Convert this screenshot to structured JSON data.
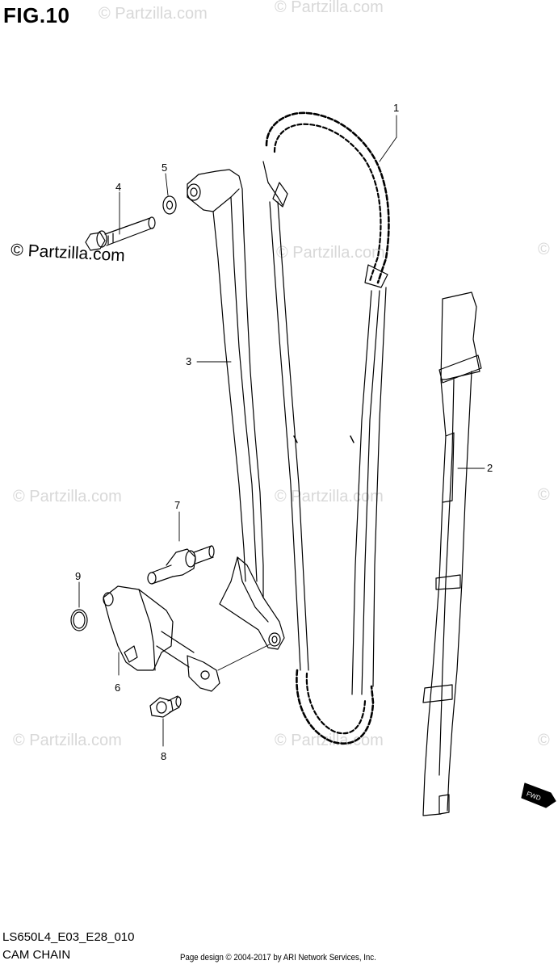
{
  "figure": {
    "title": "FIG.10",
    "diagram_code": "LS650L4_E03_E28_010",
    "diagram_name": "CAM CHAIN",
    "footer": "Page design © 2004-2017 by ARI Network Services, Inc."
  },
  "watermarks": {
    "text": "© Partzilla.com",
    "icon_text": "©"
  },
  "callouts": [
    "1",
    "2",
    "3",
    "4",
    "5",
    "6",
    "7",
    "8",
    "9"
  ],
  "fwd_label": "FWD"
}
